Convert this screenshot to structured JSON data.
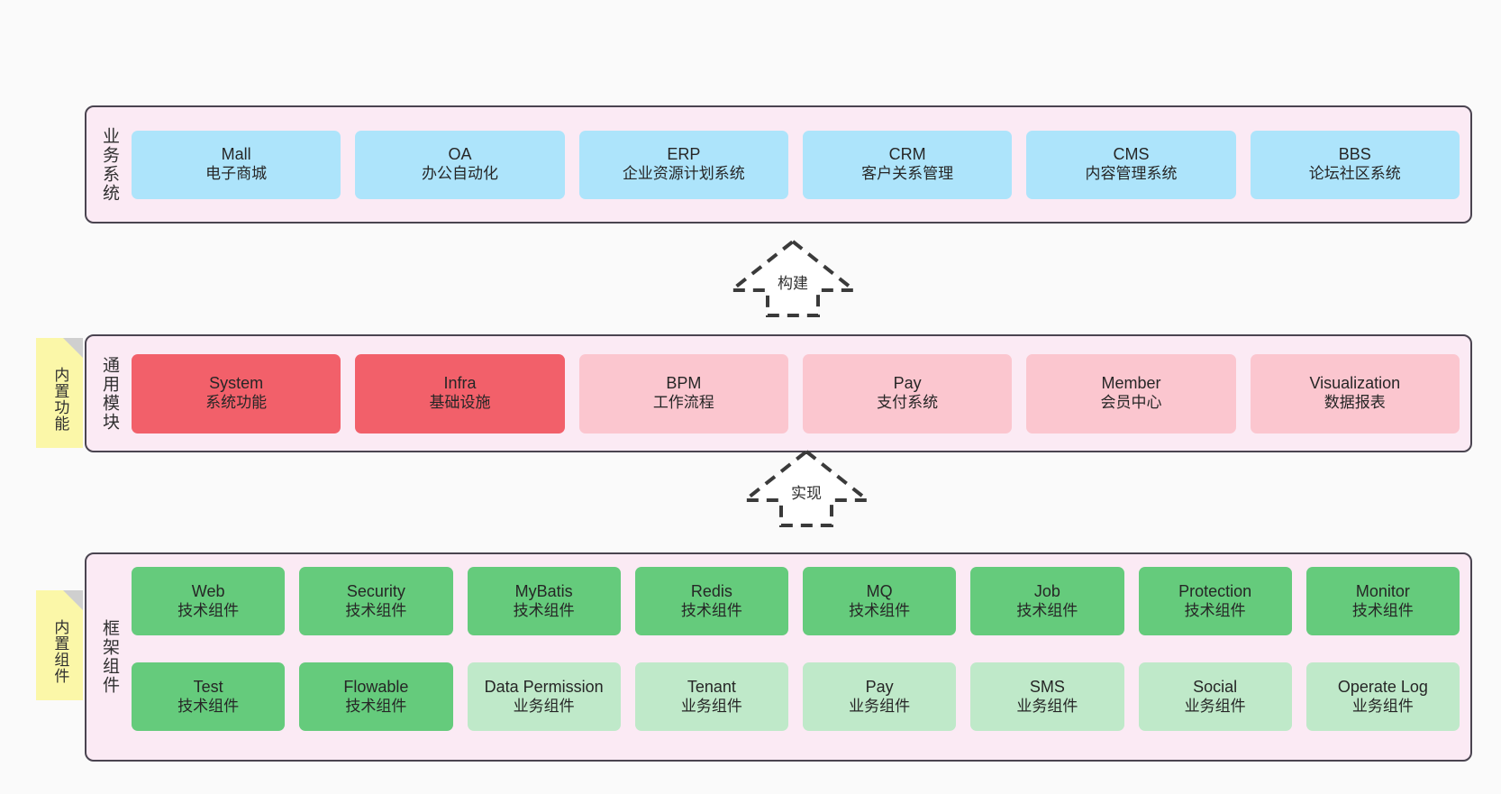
{
  "layers": [
    {
      "id": "business-system",
      "label": "业务系统",
      "cards": [
        {
          "title": "Mall",
          "sub": "电子商城",
          "style": "business"
        },
        {
          "title": "OA",
          "sub": "办公自动化",
          "style": "business"
        },
        {
          "title": "ERP",
          "sub": "企业资源计划系统",
          "style": "business"
        },
        {
          "title": "CRM",
          "sub": "客户关系管理",
          "style": "business"
        },
        {
          "title": "CMS",
          "sub": "内容管理系统",
          "style": "business"
        },
        {
          "title": "BBS",
          "sub": "论坛社区系统",
          "style": "business"
        }
      ]
    },
    {
      "id": "common-module",
      "label": "通用模块",
      "sticky": "内置功能",
      "cards": [
        {
          "title": "System",
          "sub": "系统功能",
          "style": "strong"
        },
        {
          "title": "Infra",
          "sub": "基础设施",
          "style": "strong"
        },
        {
          "title": "BPM",
          "sub": "工作流程",
          "style": "soft"
        },
        {
          "title": "Pay",
          "sub": "支付系统",
          "style": "soft"
        },
        {
          "title": "Member",
          "sub": "会员中心",
          "style": "soft"
        },
        {
          "title": "Visualization",
          "sub": "数据报表",
          "style": "soft"
        }
      ]
    },
    {
      "id": "framework-component",
      "label": "框架组件",
      "sticky": "内置组件",
      "rows": [
        [
          {
            "title": "Web",
            "sub": "技术组件",
            "style": "green"
          },
          {
            "title": "Security",
            "sub": "技术组件",
            "style": "green"
          },
          {
            "title": "MyBatis",
            "sub": "技术组件",
            "style": "green"
          },
          {
            "title": "Redis",
            "sub": "技术组件",
            "style": "green"
          },
          {
            "title": "MQ",
            "sub": "技术组件",
            "style": "green"
          },
          {
            "title": "Job",
            "sub": "技术组件",
            "style": "green"
          },
          {
            "title": "Protection",
            "sub": "技术组件",
            "style": "green"
          },
          {
            "title": "Monitor",
            "sub": "技术组件",
            "style": "green"
          }
        ],
        [
          {
            "title": "Test",
            "sub": "技术组件",
            "style": "green"
          },
          {
            "title": "Flowable",
            "sub": "技术组件",
            "style": "green"
          },
          {
            "title": "Data Permission",
            "sub": "业务组件",
            "style": "green-lt"
          },
          {
            "title": "Tenant",
            "sub": "业务组件",
            "style": "green-lt"
          },
          {
            "title": "Pay",
            "sub": "业务组件",
            "style": "green-lt"
          },
          {
            "title": "SMS",
            "sub": "业务组件",
            "style": "green-lt"
          },
          {
            "title": "Social",
            "sub": "业务组件",
            "style": "green-lt"
          },
          {
            "title": "Operate Log",
            "sub": "业务组件",
            "style": "green-lt"
          }
        ]
      ]
    }
  ],
  "arrows": [
    {
      "id": "build",
      "label": "构建"
    },
    {
      "id": "realize",
      "label": "实现"
    }
  ],
  "colors": {
    "canvas": "#fafafa",
    "layer_fill": "#fbeaf4",
    "layer_border": "#4a4450",
    "business_card": "#ade4fb",
    "module_strong": "#f2606a",
    "module_soft": "#fbc6cf",
    "component_tech": "#65cb7c",
    "component_biz": "#bfe9c9",
    "sticky": "#fbf7a8",
    "sticky_fold": "#cfcfcf",
    "text": "#262626"
  }
}
